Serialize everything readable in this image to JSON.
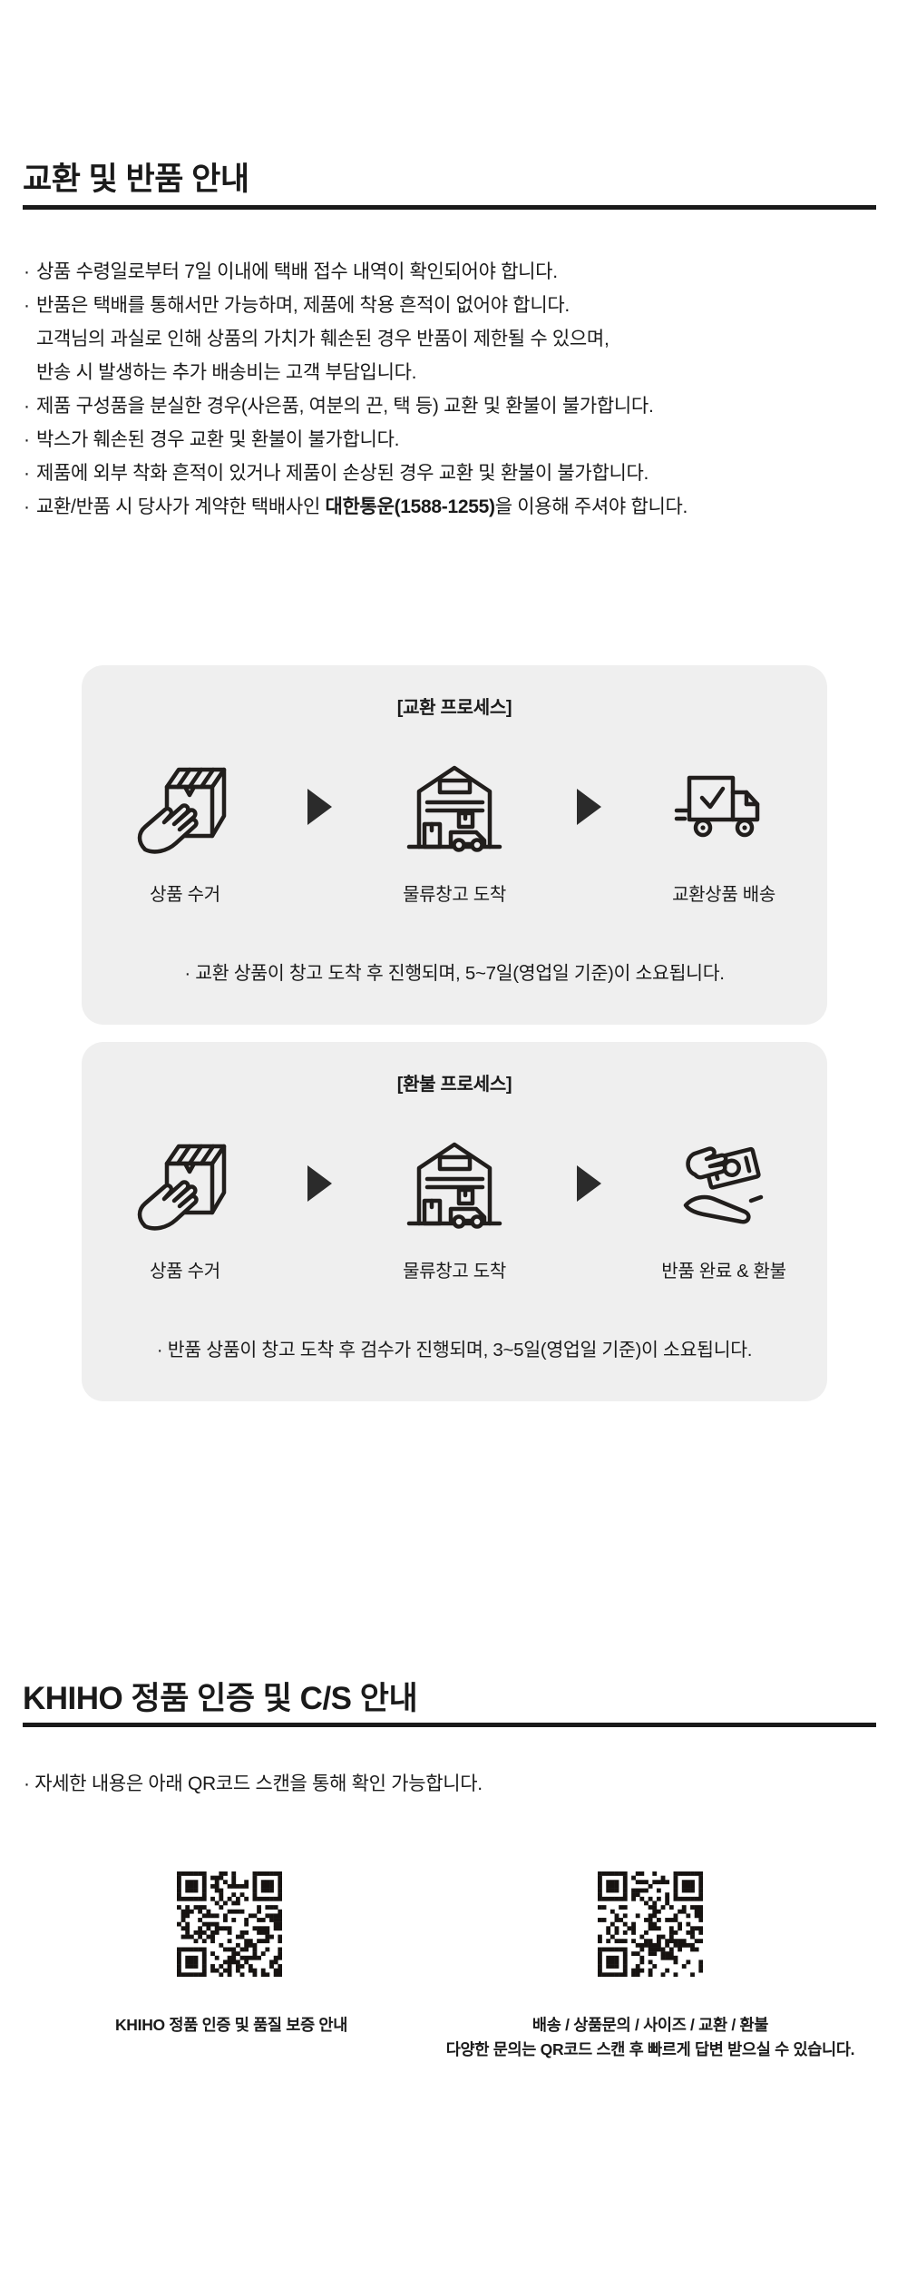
{
  "colors": {
    "background": "#ffffff",
    "text": "#1a1a1a",
    "divider": "#1a1a1a",
    "process_box_background": "#efefef",
    "icon_stroke": "#211e1c",
    "qr_color": "#161311"
  },
  "exchange_return_section": {
    "title": "교환 및 반품 안내",
    "rules": [
      {
        "marker": "·",
        "text": "상품 수령일로부터 7일 이내에 택배 접수 내역이 확인되어야 합니다."
      },
      {
        "marker": "·",
        "text": "반품은 택배를 통해서만 가능하며, 제품에 착용 흔적이 없어야 합니다."
      },
      {
        "marker": "",
        "text": "고객님의 과실로 인해 상품의 가치가 훼손된 경우 반품이 제한될 수 있으며,"
      },
      {
        "marker": "",
        "text": "반송 시 발생하는 추가 배송비는 고객 부담입니다."
      },
      {
        "marker": "·",
        "text": "제품 구성품을 분실한 경우(사은품, 여분의 끈, 택 등) 교환 및 환불이 불가합니다."
      },
      {
        "marker": "·",
        "text": "박스가 훼손된 경우 교환 및 환불이 불가합니다."
      },
      {
        "marker": "·",
        "text": "제품에 외부 착화 흔적이 있거나 제품이 손상된 경우 교환 및 환불이 불가합니다."
      },
      {
        "marker": "·",
        "text_prefix": "교환/반품 시 당사가 계약한 택배사인 ",
        "text_bold": "대한통운(1588-1255)",
        "text_suffix": "을 이용해 주셔야 합니다."
      }
    ],
    "exchange_process": {
      "title": "[교환 프로세스]",
      "arrow_icon": "arrow-right-icon",
      "steps": [
        {
          "icon": "package-pickup-icon",
          "label": "상품 수거"
        },
        {
          "icon": "warehouse-icon",
          "label": "물류창고 도착"
        },
        {
          "icon": "delivery-truck-icon",
          "label": "교환상품 배송"
        }
      ],
      "note": "· 교환 상품이 창고 도착 후 진행되며, 5~7일(영업일 기준)이 소요됩니다."
    },
    "refund_process": {
      "title": "[환불 프로세스]",
      "arrow_icon": "arrow-right-icon",
      "steps": [
        {
          "icon": "package-pickup-icon",
          "label": "상품 수거"
        },
        {
          "icon": "warehouse-icon",
          "label": "물류창고 도착"
        },
        {
          "icon": "refund-hand-icon",
          "label": "반품 완료 & 환불"
        }
      ],
      "note": "· 반품 상품이 창고 도착 후 검수가 진행되며, 3~5일(영업일 기준)이 소요됩니다."
    }
  },
  "cs_section": {
    "title": "KHIHO 정품 인증 및 C/S 안내",
    "subtitle": "· 자세한 내용은 아래 QR코드 스캔을 통해 확인 가능합니다.",
    "qr_certification": {
      "icon": "qr-code-icon",
      "caption": "KHIHO 정품 인증 및 품질 보증 안내"
    },
    "qr_cs": {
      "icon": "qr-code-icon",
      "caption_line1": "배송 / 상품문의 / 사이즈 / 교환 / 환불",
      "caption_line2": "다양한 문의는 QR코드 스캔 후 빠르게 답변 받으실 수 있습니다."
    }
  }
}
